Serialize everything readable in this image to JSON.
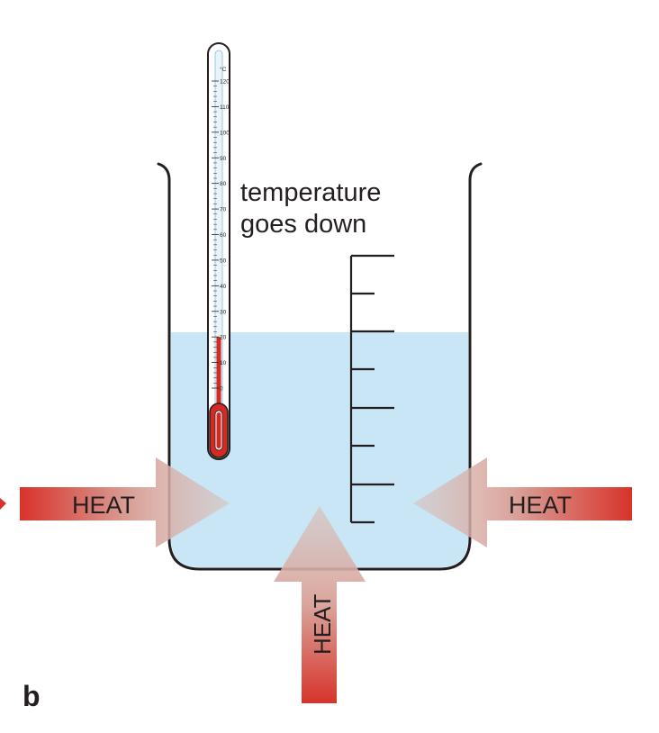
{
  "caption": "temperature goes down",
  "caption_lines": [
    "temperature",
    "goes down"
  ],
  "panel_label": "b",
  "heat_label": "HEAT",
  "thermometer": {
    "unit": "°C",
    "scale": [
      "120",
      "110",
      "100",
      "90",
      "80",
      "70",
      "60",
      "50",
      "40",
      "30",
      "20",
      "10",
      "0"
    ],
    "reading_celsius": 20
  },
  "colors": {
    "water": "#c9e6f6",
    "heat_red": "#d7332a",
    "heat_tan": "#d8c2bd",
    "outline": "#231f20",
    "mercury": "#d42a23"
  }
}
